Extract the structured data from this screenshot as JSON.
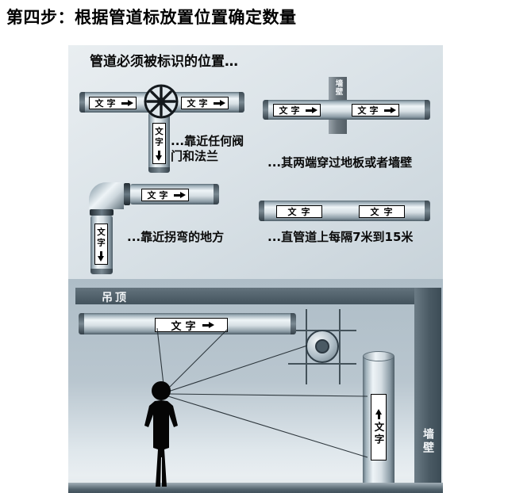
{
  "title": "第四步：根据管道标放置位置确定数量",
  "panel": {
    "heading": "管道必须被标识的位置…",
    "marker_text": "文字",
    "wall_tag": "墙壁",
    "captions": {
      "valve_l1": "...靠近任何阀",
      "valve_l2": "门和法兰",
      "through": "...其两端穿过地板或者墙壁",
      "bend": "...靠近拐弯的地方",
      "straight": "...直管道上每隔7米到15米"
    }
  },
  "scene": {
    "ceiling_tag": "吊顶",
    "wall_tag": "墙壁"
  },
  "colors": {
    "top_panel_bg": "#dde5ea",
    "scene_bg": "#b5c2cb",
    "structure_dark": "#4e5e68",
    "pipe_highlight": "#eef4f7",
    "pipe_shadow": "#57666f",
    "marker_bg": "#ffffff",
    "marker_border": "#000000",
    "text_color": "#000000"
  }
}
